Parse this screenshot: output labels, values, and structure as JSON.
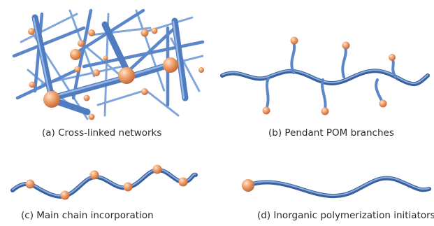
{
  "captions": {
    "a": "(a) Cross-linked networks",
    "b": "(b) Pendant POM branches",
    "c": "(c) Main chain incorporation",
    "d": "(d) Inorganic polymerization initiators"
  },
  "colors": {
    "chain": "#5b86c8",
    "chain_dark": "#3a5f9e",
    "chain_light": "#9fc0ea",
    "sphere": "#f0a06a",
    "sphere_light": "#fbd6b8",
    "sphere_dark": "#c0673a"
  }
}
